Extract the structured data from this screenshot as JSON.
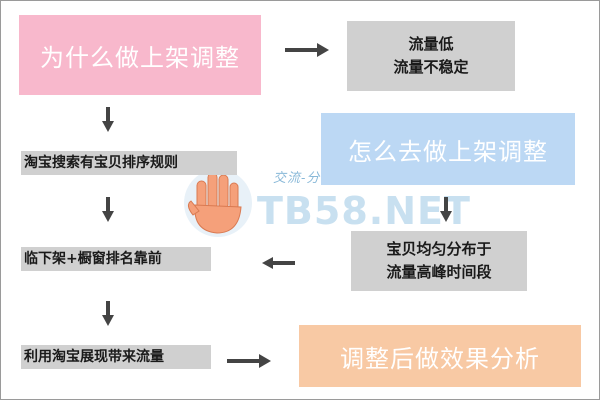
{
  "nodes": {
    "why_adjust": "为什么做上架调整",
    "low_traffic": [
      "流量低",
      "流量不稳定"
    ],
    "how_adjust": "怎么去做上架调整",
    "taobao_rule": "淘宝搜索有宝贝排序规则",
    "distribute": [
      "宝贝均匀分布于",
      "流量高峰时间段"
    ],
    "near_listing": "临下架+橱窗排名靠前",
    "use_display": "利用淘宝展现带来流量",
    "analyze": "调整后做效果分析"
  },
  "watermark": {
    "slogan": "交流-分享-进步",
    "logo_text": "TB58.NET"
  },
  "colors": {
    "pink": "#f8b8cc",
    "blue": "#bcd8f4",
    "peach": "#f8c9a4",
    "gray": "#d0d0d0",
    "arrow": "#444444"
  }
}
